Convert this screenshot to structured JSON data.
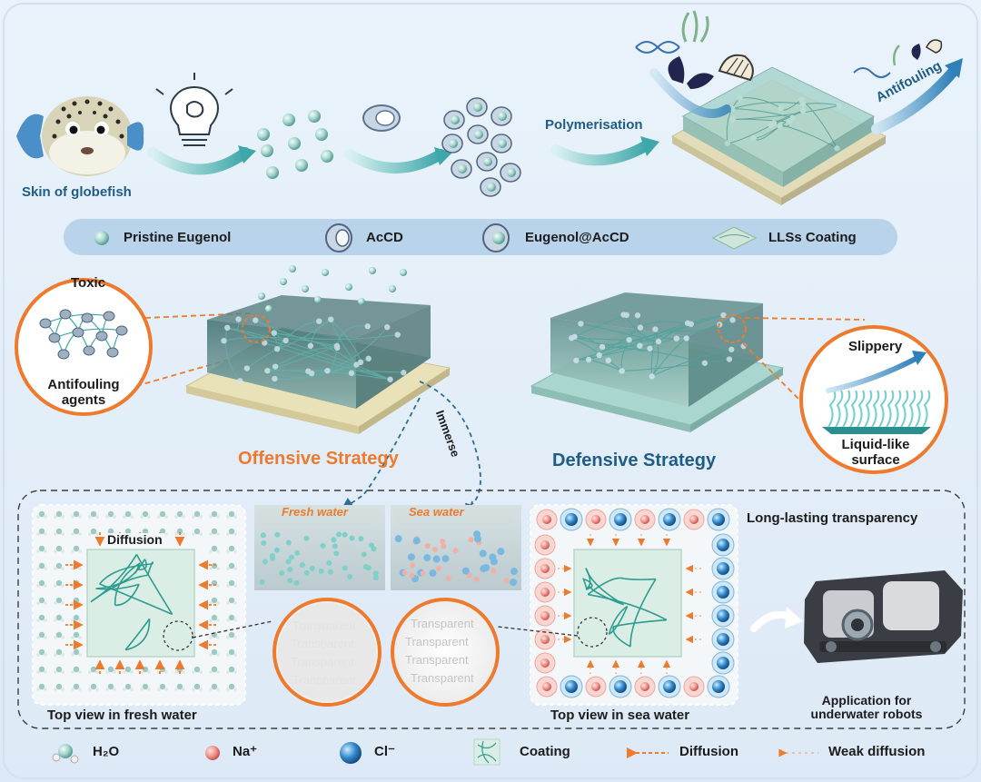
{
  "top": {
    "source_label": "Skin of globefish",
    "polymerisation_label": "Polymerisation",
    "antifouling_label": "Antifouling"
  },
  "legend_top": {
    "items": [
      {
        "label": "Pristine Eugenol",
        "icon": "sphere-icon"
      },
      {
        "label": "AcCD",
        "icon": "ring-icon"
      },
      {
        "label": "Eugenol@AcCD",
        "icon": "ring-sphere-icon"
      },
      {
        "label": "LLSs Coating",
        "icon": "coating-tile-icon"
      }
    ]
  },
  "middle": {
    "toxic_label": "Toxic",
    "antifouling_agents_label": "Antifouling\nagents",
    "offensive_label": "Offensive Strategy",
    "defensive_label": "Defensive Strategy",
    "immerse_label": "Immerse",
    "slippery_label": "Slippery",
    "liquid_surface_label": "Liquid-like\nsurface"
  },
  "bottom": {
    "diffusion_label": "Diffusion",
    "fresh_water_label": "Fresh water",
    "sea_water_label": "Sea water",
    "long_lasting_label": "Long-lasting transparency",
    "transparent_word": "Transparent",
    "top_view_fresh": "Top view in fresh water",
    "top_view_sea": "Top view in sea water",
    "application_label": "Application for\nunderwater robots"
  },
  "legend_bottom": {
    "items": [
      {
        "label": "H₂O",
        "icon": "water-molecule-icon"
      },
      {
        "label": "Na⁺",
        "icon": "sodium-ion-icon"
      },
      {
        "label": "Cl⁻",
        "icon": "chloride-ion-icon"
      },
      {
        "label": "Coating",
        "icon": "coating-network-icon"
      },
      {
        "label": "Diffusion",
        "icon": "diffusion-arrow-icon"
      },
      {
        "label": "Weak diffusion",
        "icon": "weak-diffusion-arrow-icon"
      }
    ]
  },
  "colors": {
    "title_blue": "#1f5d86",
    "orange": "#ee7a2e",
    "teal": "#3ea7a9",
    "coating_green": "#7fb6ad",
    "na_pink": "#f0938a",
    "cl_blue": "#2f86c9"
  }
}
